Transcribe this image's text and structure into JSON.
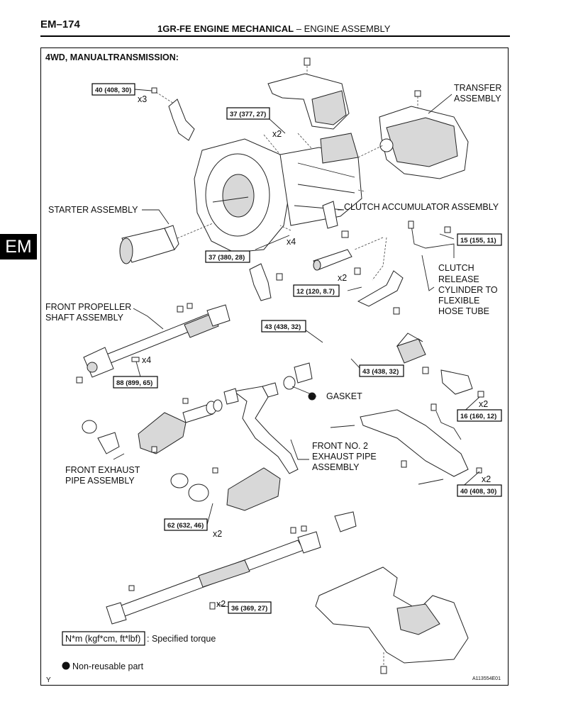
{
  "header": {
    "page_code": "EM–174",
    "title_bold": "1GR-FE ENGINE MECHANICAL",
    "title_rest": "–  ENGINE ASSEMBLY"
  },
  "side_tab": "EM",
  "diagram": {
    "heading": "4WD, MANUALTRANSMISSION:",
    "labels": {
      "transfer_1": "TRANSFER",
      "transfer_2": "ASSEMBLY",
      "starter": "STARTER ASSEMBLY",
      "clutch_acc": "CLUTCH ACCUMULATOR ASSEMBLY",
      "clutch_rel_1": "CLUTCH",
      "clutch_rel_2": "RELEASE",
      "clutch_rel_3": "CYLINDER TO",
      "clutch_rel_4": "FLEXIBLE",
      "clutch_rel_5": "HOSE TUBE",
      "front_prop_1": "FRONT PROPELLER",
      "front_prop_2": "SHAFT ASSEMBLY",
      "gasket": "GASKET",
      "front_no2_1": "FRONT NO. 2",
      "front_no2_2": "EXHAUST PIPE",
      "front_no2_3": "ASSEMBLY",
      "front_exh_1": "FRONT EXHAUST",
      "front_exh_2": "PIPE ASSEMBLY"
    },
    "torques": {
      "t40a": "40 (408, 30)",
      "t37a": "37 (377, 27)",
      "t15": "15 (155, 11)",
      "t37b": "37 (380, 28)",
      "t12": "12 (120, 8.7)",
      "t43a": "43 (438, 32)",
      "t43b": "43 (438, 32)",
      "t88": "88 (899, 65)",
      "t16": "16 (160, 12)",
      "t40b": "40 (408, 30)",
      "t62": "62 (632, 46)",
      "t36": "36 (369, 27)"
    },
    "qty": {
      "q_x3": "x3",
      "q_x2a": "x2",
      "q_x4a": "x4",
      "q_x2b": "x2",
      "q_x4b": "x4",
      "q_x2c": "x2",
      "q_x2d": "x2",
      "q_x2e": "x2",
      "q_x2f": "x2"
    },
    "legend": {
      "torque_box": "N*m (kgf*cm, ft*lbf)",
      "torque_text": ": Specified torque",
      "nonreusable": "Non-reusable part"
    },
    "footer_left": "Y",
    "footer_right": "A113554E01"
  }
}
